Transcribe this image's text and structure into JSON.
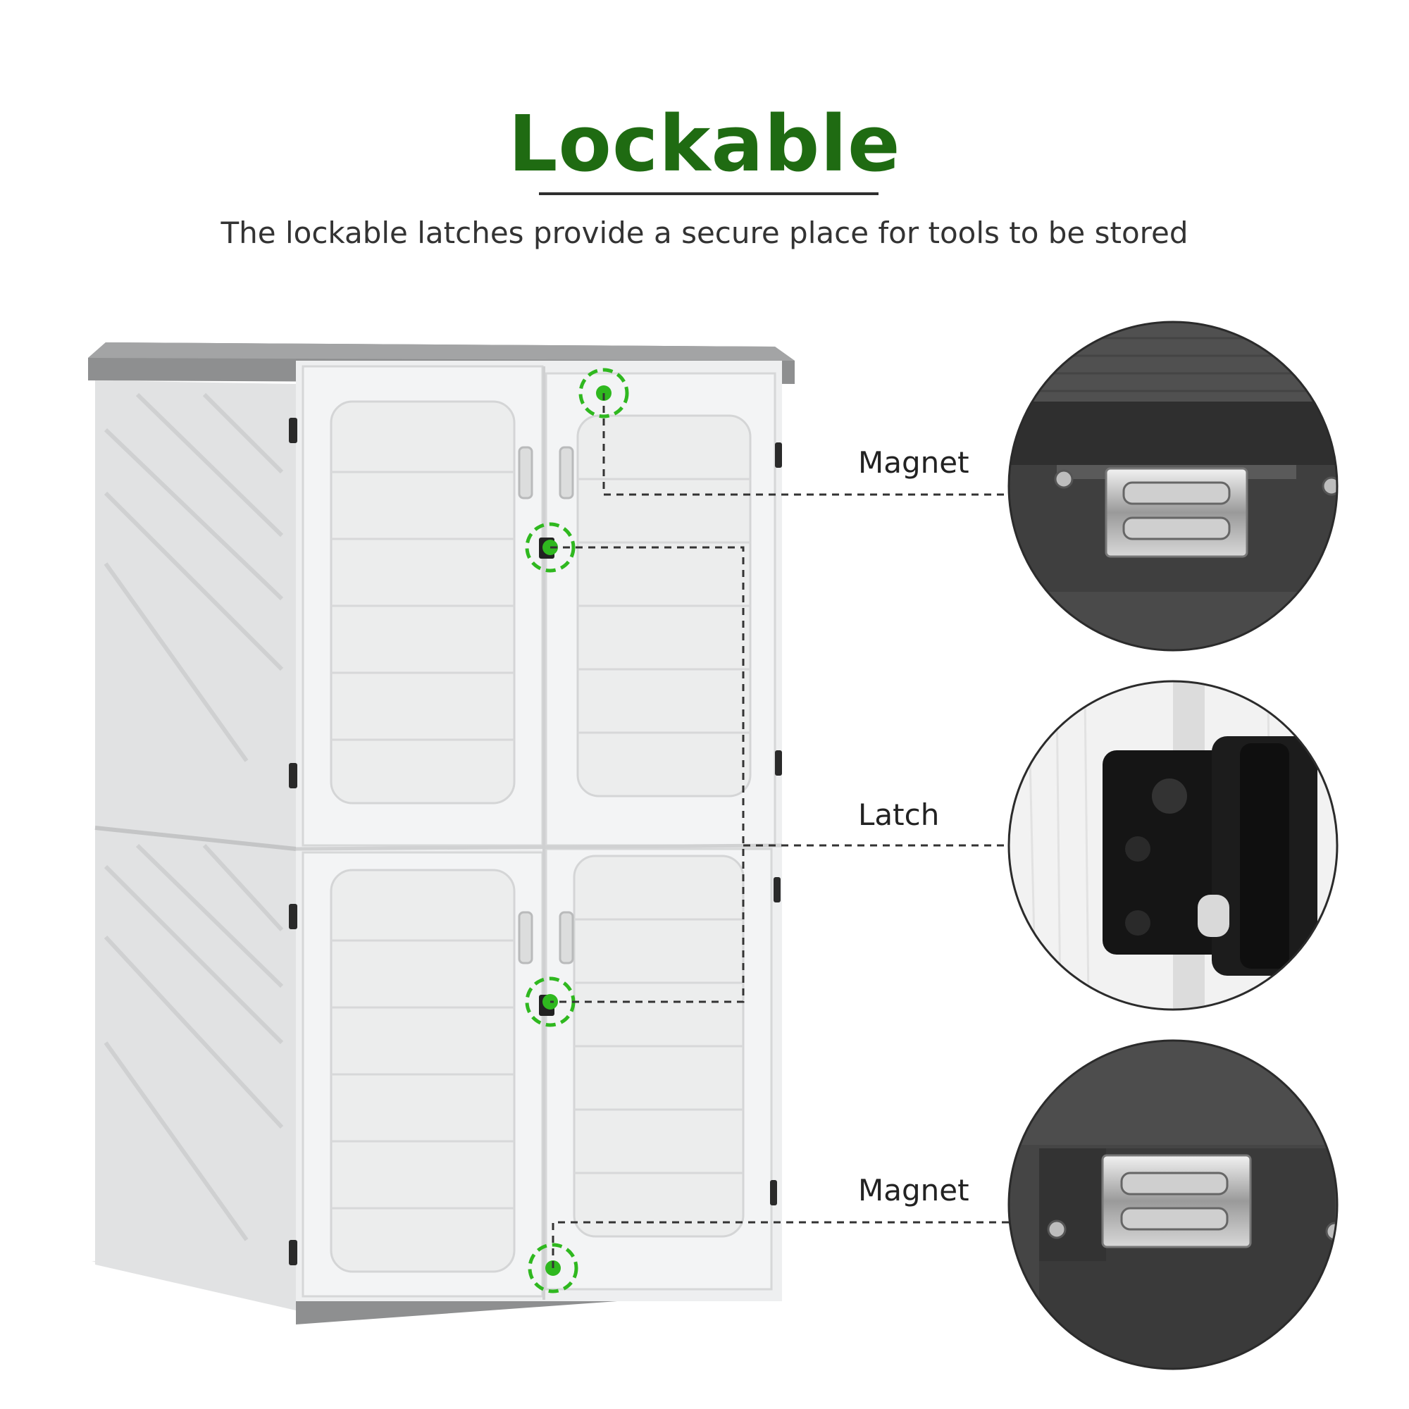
{
  "header": {
    "title": "Lockable",
    "subtitle": "The lockable latches provide a secure place for tools to be stored"
  },
  "callouts": [
    {
      "label": "Magnet"
    },
    {
      "label": "Latch"
    },
    {
      "label": "Magnet"
    }
  ],
  "colors": {
    "accent_green": "#2fb81f",
    "title_green": "#1f6b12",
    "cabinet_body": "#e9eaeb",
    "cabinet_trim": "#8b8c8d",
    "detail_dark": "#3a3a3a"
  }
}
